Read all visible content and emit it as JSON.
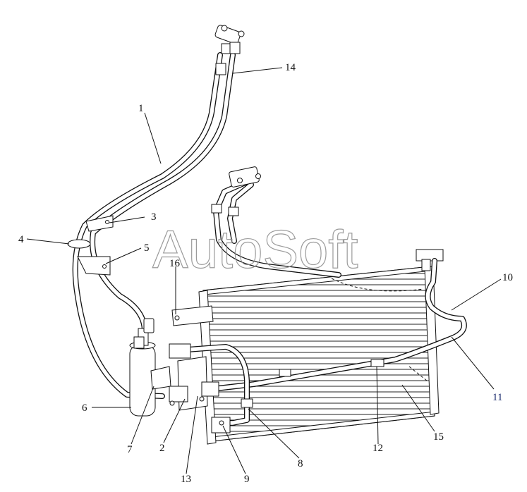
{
  "watermark": "AutoSoft",
  "callouts": [
    {
      "id": "c1",
      "label": "1"
    },
    {
      "id": "c2",
      "label": "2"
    },
    {
      "id": "c3",
      "label": "3"
    },
    {
      "id": "c4",
      "label": "4"
    },
    {
      "id": "c5",
      "label": "5"
    },
    {
      "id": "c6",
      "label": "6"
    },
    {
      "id": "c7",
      "label": "7"
    },
    {
      "id": "c8",
      "label": "8"
    },
    {
      "id": "c9",
      "label": "9"
    },
    {
      "id": "c10",
      "label": "10"
    },
    {
      "id": "c11",
      "label": "11"
    },
    {
      "id": "c12",
      "label": "12"
    },
    {
      "id": "c13",
      "label": "13"
    },
    {
      "id": "c14",
      "label": "14"
    },
    {
      "id": "c15",
      "label": "15"
    },
    {
      "id": "c16",
      "label": "16"
    }
  ]
}
